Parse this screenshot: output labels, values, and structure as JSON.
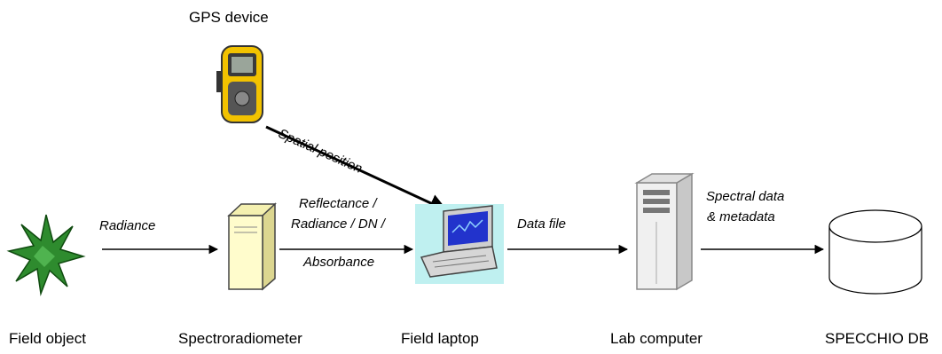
{
  "nodes": {
    "gps": "GPS device",
    "field_object": "Field object",
    "spectroradiometer": "Spectroradiometer",
    "field_laptop": "Field laptop",
    "lab_computer": "Lab computer",
    "specchio_db": "SPECCHIO DB"
  },
  "edges": {
    "spatial_position": "Spatial position",
    "radiance": "Radiance",
    "reflectance_line1": "Reflectance /",
    "reflectance_line2": "Radiance / DN /",
    "absorbance": "Absorbance",
    "data_file": "Data file",
    "spectral_line1": "Spectral data",
    "spectral_line2": "& metadata"
  },
  "colors": {
    "plant": "#2e8b2e",
    "gps_body": "#f2c200",
    "laptop_screen": "#2233cc",
    "server": "#fffccc"
  }
}
